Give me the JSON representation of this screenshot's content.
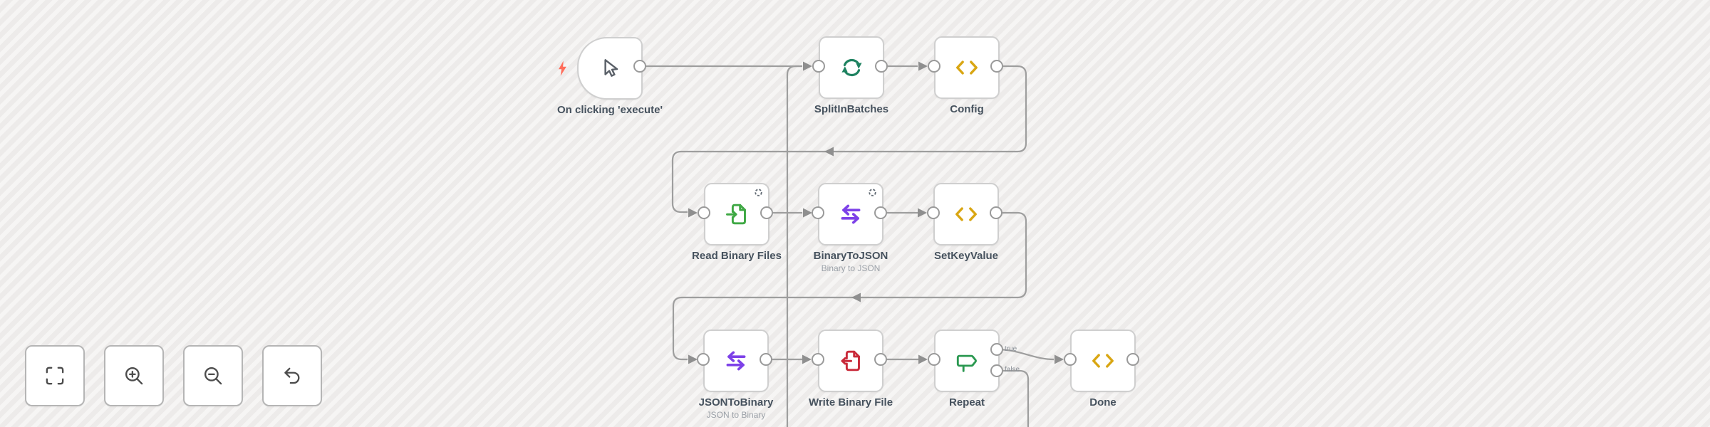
{
  "canvas": {
    "background_color": "#f1efee",
    "stripe_color": "#f6f5f4",
    "wire_color": "#9e9e9e",
    "arrow_color": "#8f8f8f",
    "port_border_color": "#9a9a9a",
    "label_color": "#46525e",
    "subtitle_color": "#9ba1a8"
  },
  "nodes": [
    {
      "label": "On clicking 'execute'",
      "icon": "mouse-pointer-icon",
      "trigger_icon": "lightning-bolt-icon"
    },
    {
      "label": "SplitInBatches",
      "icon": "sync-arrows-icon"
    },
    {
      "label": "Config",
      "icon": "code-brackets-icon"
    },
    {
      "label": "Read Binary Files",
      "icon": "file-import-icon",
      "badge_icon": "refresh-badge-icon"
    },
    {
      "label": "BinaryToJSON",
      "subtitle": "Binary to JSON",
      "icon": "swap-arrows-icon",
      "badge_icon": "refresh-badge-icon"
    },
    {
      "label": "SetKeyValue",
      "icon": "code-brackets-icon"
    },
    {
      "label": "JSONToBinary",
      "subtitle": "JSON to Binary",
      "icon": "swap-arrows-icon"
    },
    {
      "label": "Write Binary File",
      "icon": "file-export-icon"
    },
    {
      "label": "Repeat",
      "icon": "signpost-icon",
      "outputs": [
        "true",
        "false"
      ]
    },
    {
      "label": "Done",
      "icon": "code-brackets-icon"
    }
  ],
  "icon_colors": {
    "lightning_bolt": "#ff6d5a",
    "mouse_pointer": "#5a6068",
    "sync_arrows": "#1e8260",
    "code_brackets": "#d9a613",
    "file_import": "#3fa844",
    "swap_arrows": "#7d41e8",
    "file_export": "#c92a3a",
    "signpost": "#2a9850",
    "badge": "#616a73"
  },
  "toolbar": {
    "icon_color": "#4d4d4d",
    "buttons": [
      {
        "icon": "fit-view-icon"
      },
      {
        "icon": "zoom-in-icon"
      },
      {
        "icon": "zoom-out-icon"
      },
      {
        "icon": "undo-icon"
      }
    ]
  }
}
